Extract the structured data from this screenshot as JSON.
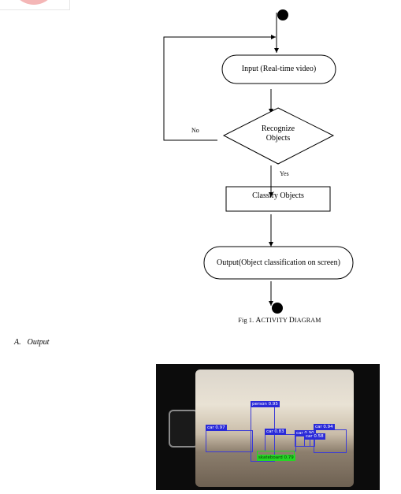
{
  "diagram": {
    "nodes": {
      "input": "Input (Real-time video)",
      "recognize": "Recognize\nObjects",
      "classify": "Classify Objects",
      "output": "Output(Object classification on screen)"
    },
    "edges": {
      "no_label": "No",
      "yes_label": "Yes"
    }
  },
  "caption": {
    "prefix": "Fig 1.",
    "text": "Activity Diagram"
  },
  "section": {
    "number": "A.",
    "title": "Output"
  },
  "detections": [
    {
      "label": "person 0.95",
      "color": "#2a2ad8"
    },
    {
      "label": "car 0.97",
      "color": "#2a2ad8"
    },
    {
      "label": "car 0.83",
      "color": "#2a2ad8"
    },
    {
      "label": "car 0.94",
      "color": "#2a2ad8"
    },
    {
      "label": "car 0.90",
      "color": "#2a2ad8"
    },
    {
      "label": "car 0.58",
      "color": "#2a2ad8"
    },
    {
      "label": "skateboard 0.79",
      "color": "#25d625"
    }
  ]
}
